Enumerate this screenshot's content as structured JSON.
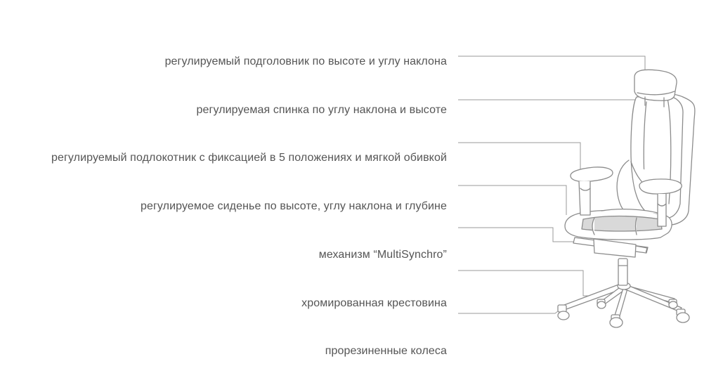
{
  "features": [
    {
      "label": "регулируемый подголовник по высоте и углу наклона"
    },
    {
      "label": "регулируемая спинка по углу наклона и высоте"
    },
    {
      "label": "регулируемый подлокотник с фиксацией в 5 положениях и мягкой обивкой"
    },
    {
      "label": "регулируемое сиденье по высоте, углу наклона и глубине"
    },
    {
      "label": "механизм “MultiSynchro”"
    },
    {
      "label": "хромированная крестовина"
    },
    {
      "label": "прорезиненные колеса"
    }
  ],
  "colors": {
    "text": "#555555",
    "leader_line": "#9a9a9a",
    "chair_outline": "#8c8c8c",
    "chair_fill": "#ffffff",
    "seat_shade": "#d9d9d9"
  },
  "icons": {
    "chair": "office-chair-illustration"
  }
}
